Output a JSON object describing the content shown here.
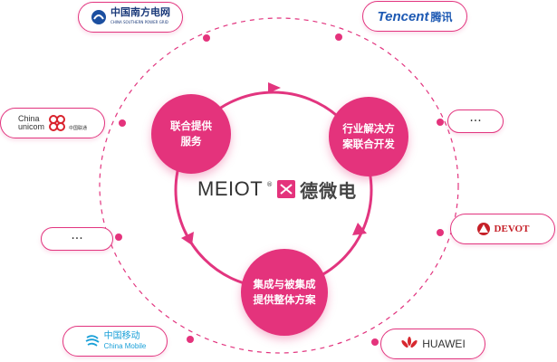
{
  "center": {
    "brand_en": "MEIOT",
    "reg_mark": "®",
    "brand_cn": "德微电"
  },
  "nodes": {
    "top_left": [
      "联合提供",
      "服务"
    ],
    "right": [
      "行业解决方",
      "案联合开发"
    ],
    "bottom": [
      "集成与被集成",
      "提供整体方案"
    ]
  },
  "partners": {
    "csg": {
      "cn": "中国南方电网",
      "en": "CHINA SOUTHERN POWER GRID"
    },
    "tencent": {
      "en": "Tencent",
      "cn": "腾讯"
    },
    "unicom": {
      "line1": "China",
      "line2": "unicom",
      "cn": "中国联通"
    },
    "placeholder_right": "···",
    "placeholder_left": "···",
    "devot": "DEVOT",
    "mobile": {
      "cn": "中国移动",
      "en": "China Mobile"
    },
    "huawei": "HUAWEI"
  },
  "colors": {
    "accent": "#e4337c",
    "ring": "#e2357f",
    "text": "#333333"
  }
}
